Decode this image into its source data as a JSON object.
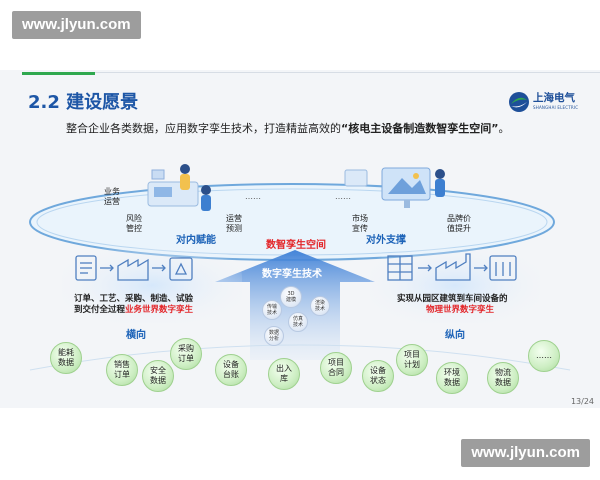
{
  "watermark": "www.jlyun.com",
  "title": "2.2 建设愿景",
  "logo": {
    "name": "上海电气",
    "sub": "SHANGHAI ELECTRIC"
  },
  "subtitle": {
    "prefix": "整合企业各类数据，应用数字孪生技术，打造精益高效的",
    "highlight": "“核电主设备制造数智孪生空间”",
    "suffix": "。"
  },
  "ring": {
    "left_items": [
      "业务\n运营",
      "风险\n管控",
      "运营\n预测"
    ],
    "left_dots": "……",
    "left_caption": "对内赋能",
    "center_caption": "数智孪生空间",
    "right_items": [
      "市场\n宣传",
      "品牌价\n值提升"
    ],
    "right_dots": "……",
    "right_caption": "对外支撑"
  },
  "arrow_label": "数字孪生技术",
  "tech_bubbles": [
    "3D\n建模",
    "传输\n技术",
    "渲染\n技术",
    "数据\n分析",
    "仿真\n技术"
  ],
  "left_panel": {
    "line1": "订单、工艺、采购、制造、试验",
    "line2_prefix": "到交付全过程",
    "line2_highlight": "业务世界数字孪生"
  },
  "right_panel": {
    "line1": "实现从园区建筑到车间设备的",
    "line2_highlight": "物理世界数字孪生"
  },
  "horizontal_label": "横向",
  "vertical_label": "纵向",
  "bottom_bubbles": [
    "能耗\n数据",
    "销售\n订单",
    "安全\n数据",
    "采购\n订单",
    "设备\n台账",
    "出入\n库",
    "项目\n合同",
    "设备\n状态",
    "项目\n计划",
    "环境\n数据",
    "物流\n数据",
    "……"
  ],
  "page_number": "13/24",
  "colors": {
    "accent_green": "#2fa84f",
    "title_blue": "#1d56a6",
    "highlight_red": "#e3262a"
  }
}
